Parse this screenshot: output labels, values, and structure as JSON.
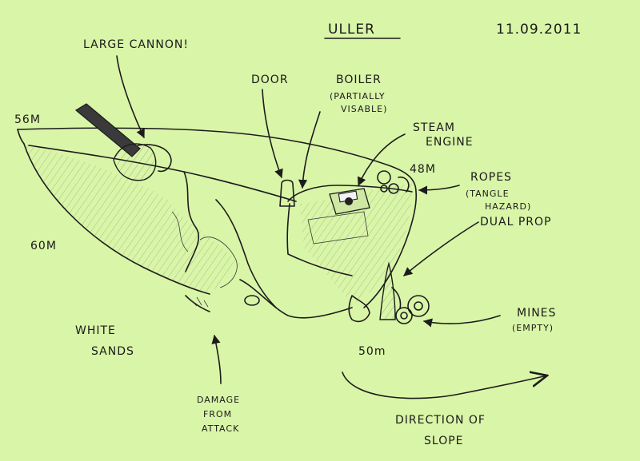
{
  "title": "ULLER",
  "date": "11.09.2011",
  "depths": {
    "bow": "56M",
    "stern": "48M",
    "side": "60M",
    "bottom": "50m"
  },
  "labels": {
    "cannon": "LARGE CANNON!",
    "door": "DOOR",
    "boiler_1": "BOILER",
    "boiler_2": "(PARTIALLY",
    "boiler_3": "VISABLE)",
    "engine_1": "STEAM",
    "engine_2": "ENGINE",
    "ropes_1": "ROPES",
    "ropes_2": "(TANGLE",
    "ropes_3": "HAZARD)",
    "prop": "DUAL PROP",
    "mines_1": "MINES",
    "mines_2": "(EMPTY)",
    "sands_1": "WHITE",
    "sands_2": "SANDS",
    "damage_1": "DAMAGE",
    "damage_2": "FROM",
    "damage_3": "ATTACK",
    "slope_1": "DIRECTION OF",
    "slope_2": "SLOPE"
  },
  "colors": {
    "paper": "#d9f5a8",
    "ink": "#1c1c1c"
  }
}
